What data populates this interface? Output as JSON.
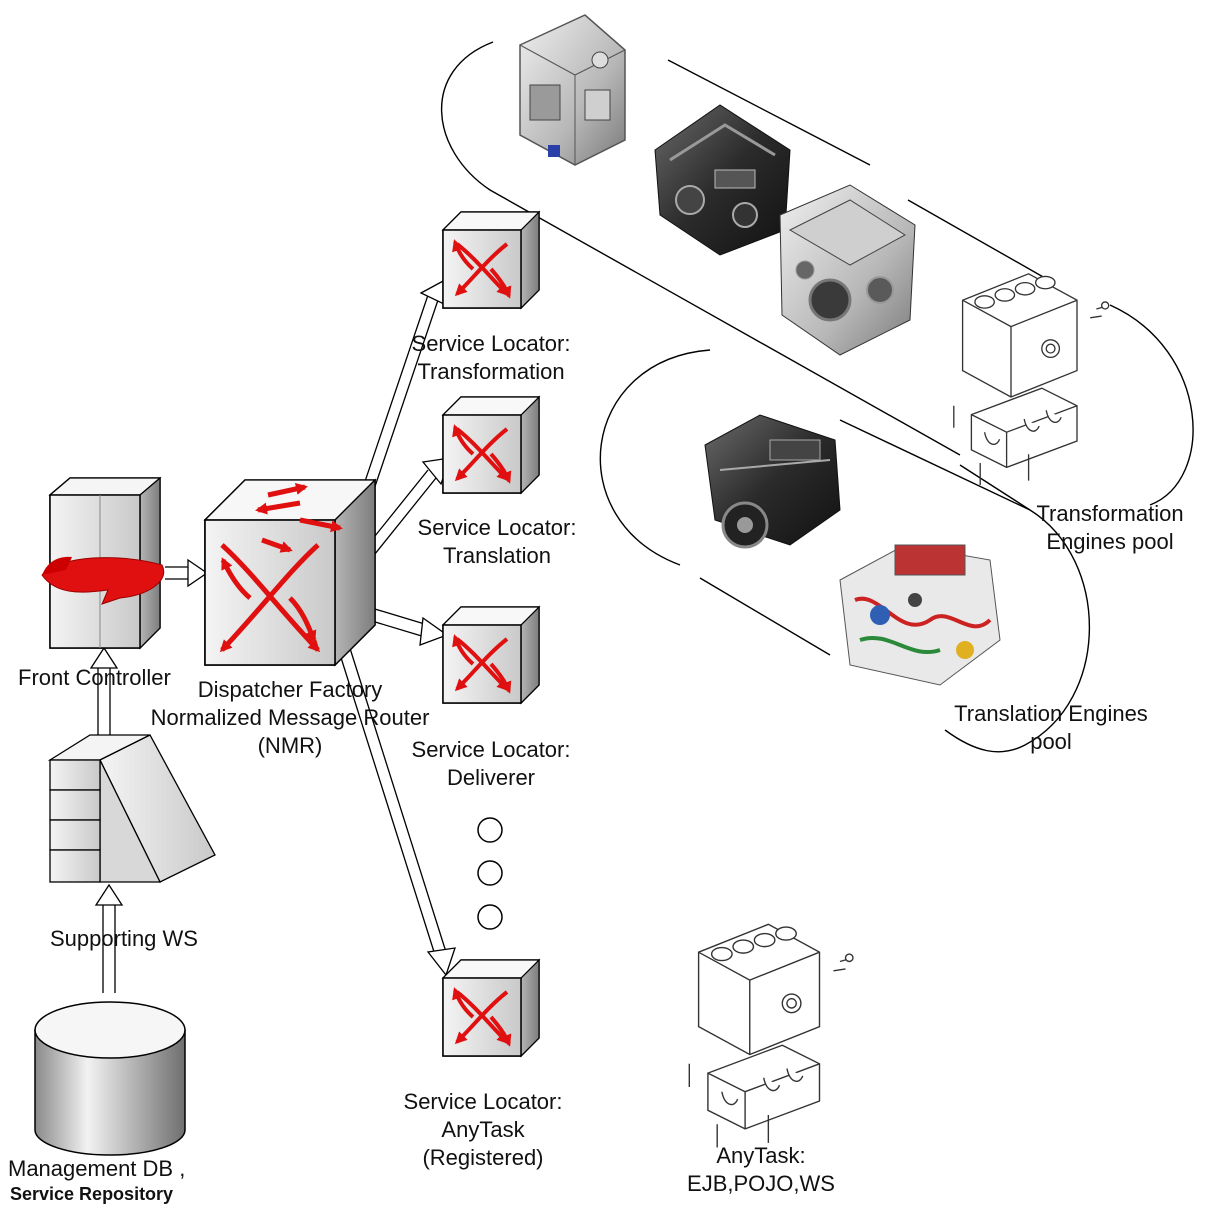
{
  "nodes": {
    "front_controller": {
      "label": "Front Controller"
    },
    "dispatcher": {
      "lines": [
        "Dispatcher Factory",
        "Normalized Message Router",
        "(NMR)"
      ]
    },
    "supporting_ws": {
      "label": "Supporting WS"
    },
    "management_db": {
      "line1": "Management DB ,",
      "line2": "Service Repository"
    },
    "locator_transformation": {
      "line1": "Service Locator:",
      "line2": "Transformation"
    },
    "locator_translation": {
      "line1": "Service Locator:",
      "line2": "Translation"
    },
    "locator_deliverer": {
      "line1": "Service Locator:",
      "line2": "Deliverer"
    },
    "locator_anytask": {
      "line1": "Service Locator:",
      "line2": "AnyTask",
      "line3": "(Registered)"
    },
    "transformation_pool": {
      "line1": "Transformation",
      "line2": "Engines pool"
    },
    "translation_pool": {
      "line1": "Translation Engines",
      "line2": "pool"
    },
    "anytask_engine": {
      "line1": "AnyTask:",
      "line2": "EJB,POJO,WS"
    }
  },
  "icons": {
    "router": "router-icon",
    "server": "server-icon",
    "database": "database-icon",
    "engine": "engine-icon",
    "engine_block": "engine-block-icon",
    "ellipsis": "ellipsis-dot-icon"
  },
  "colors": {
    "router_arrows": "#e01010",
    "box_face": "#e6e6e6",
    "box_side": "#a8a8a8",
    "stroke": "#000000"
  }
}
